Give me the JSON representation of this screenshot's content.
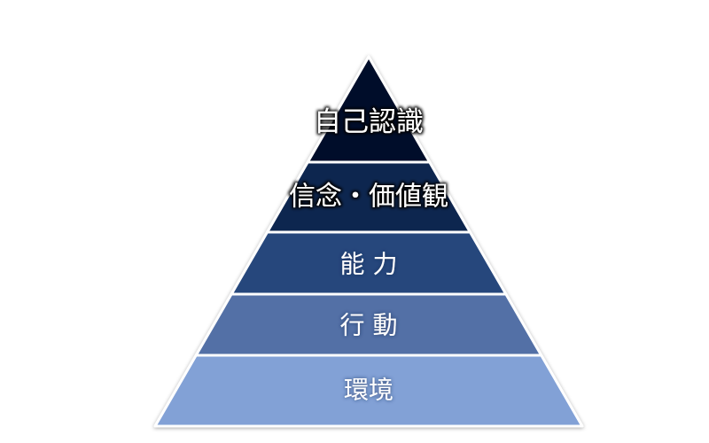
{
  "diagram": {
    "type": "pyramid",
    "levels": [
      {
        "label": "自己認識",
        "color": "#06112a"
      },
      {
        "label": "信念・価値観",
        "color": "#112550"
      },
      {
        "label": "能 力",
        "color": "#27467c"
      },
      {
        "label": "行 動",
        "color": "#5270a6"
      },
      {
        "label": "環境",
        "color": "#82a1d6"
      }
    ]
  }
}
